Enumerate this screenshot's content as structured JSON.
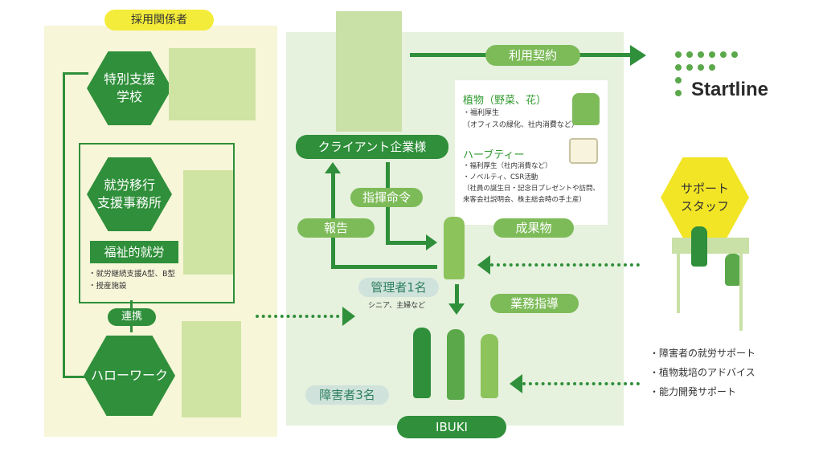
{
  "left_panel": {
    "header": "採用関係者",
    "special_school": "特別支援\n学校",
    "employment_transition": "就労移行\n支援事務所",
    "welfare_employment": "福祉的就労",
    "welfare_notes": [
      "・就労継続支援A型、B型",
      "・授産施設"
    ],
    "cooperation": "連携",
    "hello_work": "ハローワーク"
  },
  "middle_panel": {
    "client": "クライアント企業様",
    "usage_contract": "利用契約",
    "command": "指揮命令",
    "report": "報告",
    "deliverables": "成果物",
    "manager": "管理者1名",
    "manager_note": "シニア、主婦など",
    "work_guidance": "業務指導",
    "disabled_staff": "障害者3名",
    "footer": "IBUKI"
  },
  "products": {
    "plants_title": "植物（野菜、花）",
    "plants_items": [
      "・福利厚生",
      "（オフィスの緑化、社内消費など）"
    ],
    "tea_title": "ハーブティー",
    "tea_items": [
      "・福利厚生（社内消費など）",
      "・ノベルティ、CSR活動",
      "（社員の誕生日・記念日プレゼントや訪問、",
      "来客会社説明会、株主総会時の手土産）"
    ]
  },
  "right_panel": {
    "brand": "Startline",
    "support_staff": "サポート\nスタッフ",
    "support_items": [
      "・障害者の就労サポート",
      "・植物栽培のアドバイス",
      "・能力開発サポート"
    ]
  },
  "colors": {
    "dark_green": "#2f8f3a",
    "light_green": "#7dbb59",
    "yellow": "#f2e526",
    "panel_cream": "#f7f6d9",
    "panel_mint": "#e6f1de"
  }
}
